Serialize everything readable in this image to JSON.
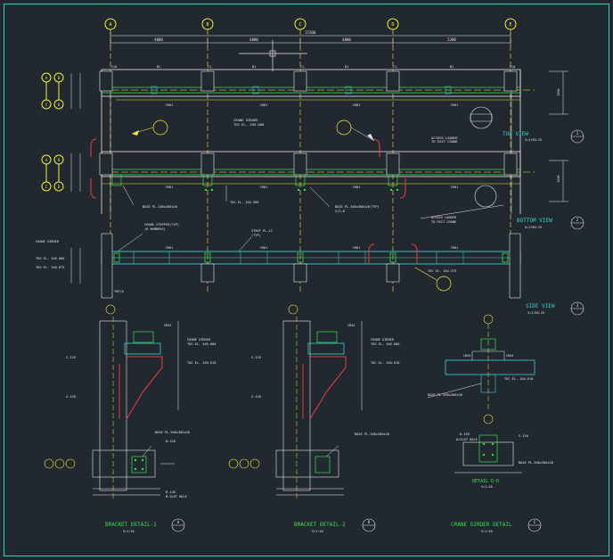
{
  "grid_top": [
    "A",
    "B",
    "C",
    "D",
    "E"
  ],
  "grid_left_top": [
    "A",
    "B",
    "C",
    "D"
  ],
  "grid_left_mid": [
    "A",
    "B",
    "C",
    "D"
  ],
  "dims_top": {
    "overall": "17200",
    "spans": [
      "4000",
      "4000",
      "4000",
      "5200"
    ]
  },
  "columns_top": [
    "C1A",
    "C1",
    "C1",
    "C1",
    "C1A"
  ],
  "beams_top": [
    "B1",
    "B1",
    "B1",
    "B1"
  ],
  "beam_tags": [
    "CR01",
    "CR01",
    "CR01",
    "CR01",
    "CR01"
  ],
  "labels_plan": {
    "crane_girder": "CRANE GIRDER",
    "crane_girder_tos": "TOS EL. 105.000",
    "base_pl_a": "BASE PL-100x200x20",
    "base_pl_b": "BASE PL-300x300x20(TYP)",
    "base_pl_b2": "S/S-B",
    "access_ladder": "ACCESS LADDER",
    "to_exit_crane": "TO EXIT CRANE",
    "tos": "TOS EL. 104.500",
    "crane_stopper": "CRANE STOPPER(TYP)",
    "crane_stopper2": "(6 NUMBERS)",
    "strut": "STRUT PL-12",
    "strut2": "(TYP)",
    "crane_girder_left": "CRANE GIRDER",
    "tos_left_1": "TOS EL. 105.000",
    "tos_left_2": "TOS EL. 104.875",
    "toc_right": "TOC EL. 104.375",
    "side_bottom_left": "TOP/A"
  },
  "views": {
    "top": "TOP VIEW",
    "top_scale": "S=1/50:25",
    "bottom": "BOTTOM VIEW",
    "bottom_scale": "S=1/50:25",
    "side": "SIDE VIEW",
    "side_scale": "S=1/50:25",
    "top_num": "1",
    "bottom_num": "2",
    "side_num": "3"
  },
  "details": {
    "bracket1": "BRACKET DETAIL-1",
    "bracket1_scale": "S=1:20",
    "bracket1_num": "A",
    "bracket2": "BRACKET DETAIL-2",
    "bracket2_scale": "S=1:20",
    "bracket2_num": "B",
    "crane": "CRANE GIRDER DETAIL",
    "crane_scale": "S=1:20",
    "crane_num": "C",
    "detail_dd": "DETAIL D-D",
    "detail_dd_scale": "S=1:10"
  },
  "bracket_labels": {
    "cr01": "CR01",
    "crane_girder": "CRANE GIRDER",
    "tos": "TOS EL. 105.000",
    "toc": "TOC EL. 104.610",
    "base_pl": "BASE PL-300x300x20",
    "base_pl2": "BASE PL-100x200x20",
    "s110": "S-110",
    "s120": "S-120",
    "b120": "B-120",
    "slot": "B-SLOT HOLE",
    "b120b": "B-120"
  },
  "dd_labels": {
    "cr01": "CR01",
    "cr02": "CR01",
    "base_pl": "BASE PL-300x300x20",
    "toc": "TOC EL. 104.610",
    "b120": "B-120",
    "slot": "8/SLOT HOLE",
    "s120": "S-120",
    "base_pl2": "BASE PL-300x300x20"
  },
  "colors": {
    "bg": "#212830",
    "cyan": "#35d2cf",
    "yellow": "#f4f033",
    "white": "#e6e6e6",
    "green": "#36e04a",
    "red": "#e43a3a",
    "grey": "#9aa2aa"
  }
}
